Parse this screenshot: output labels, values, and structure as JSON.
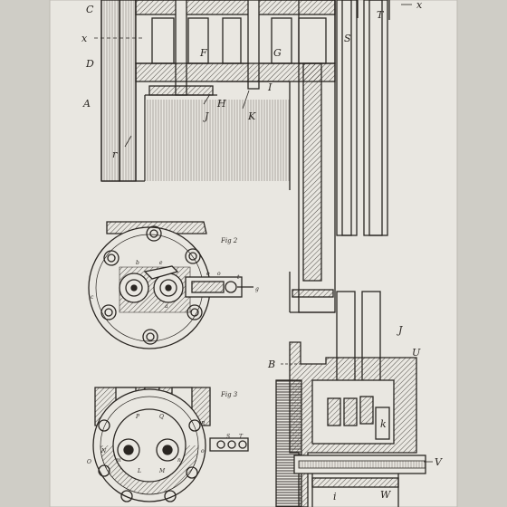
{
  "plate": {
    "paper_color": "#e9e7e1",
    "ink_color": "#2a2622",
    "background_color": "#cfcdc6"
  },
  "figures": [
    {
      "id": "fig1",
      "caption": ""
    },
    {
      "id": "fig2",
      "caption": "Fig 2"
    },
    {
      "id": "fig3",
      "caption": "Fig 3"
    }
  ],
  "labels": {
    "C": "C",
    "x_left": "x",
    "D": "D",
    "A": "A",
    "r_big": "r",
    "F": "F",
    "G": "G",
    "H": "H",
    "I": "I",
    "J_small": "J",
    "K": "K",
    "S": "S",
    "T": "T",
    "x_right": "x",
    "J": "J",
    "U": "U",
    "B": "B",
    "k": "k",
    "V": "V",
    "W": "W",
    "i": "i"
  },
  "fig2_letters": [
    "c",
    "b",
    "e",
    "o",
    "o",
    "t",
    "g",
    "a"
  ],
  "fig3_letters": [
    "P",
    "Q",
    "R",
    "S",
    "T",
    "L",
    "M",
    "N",
    "O",
    "m",
    "n",
    "o"
  ]
}
